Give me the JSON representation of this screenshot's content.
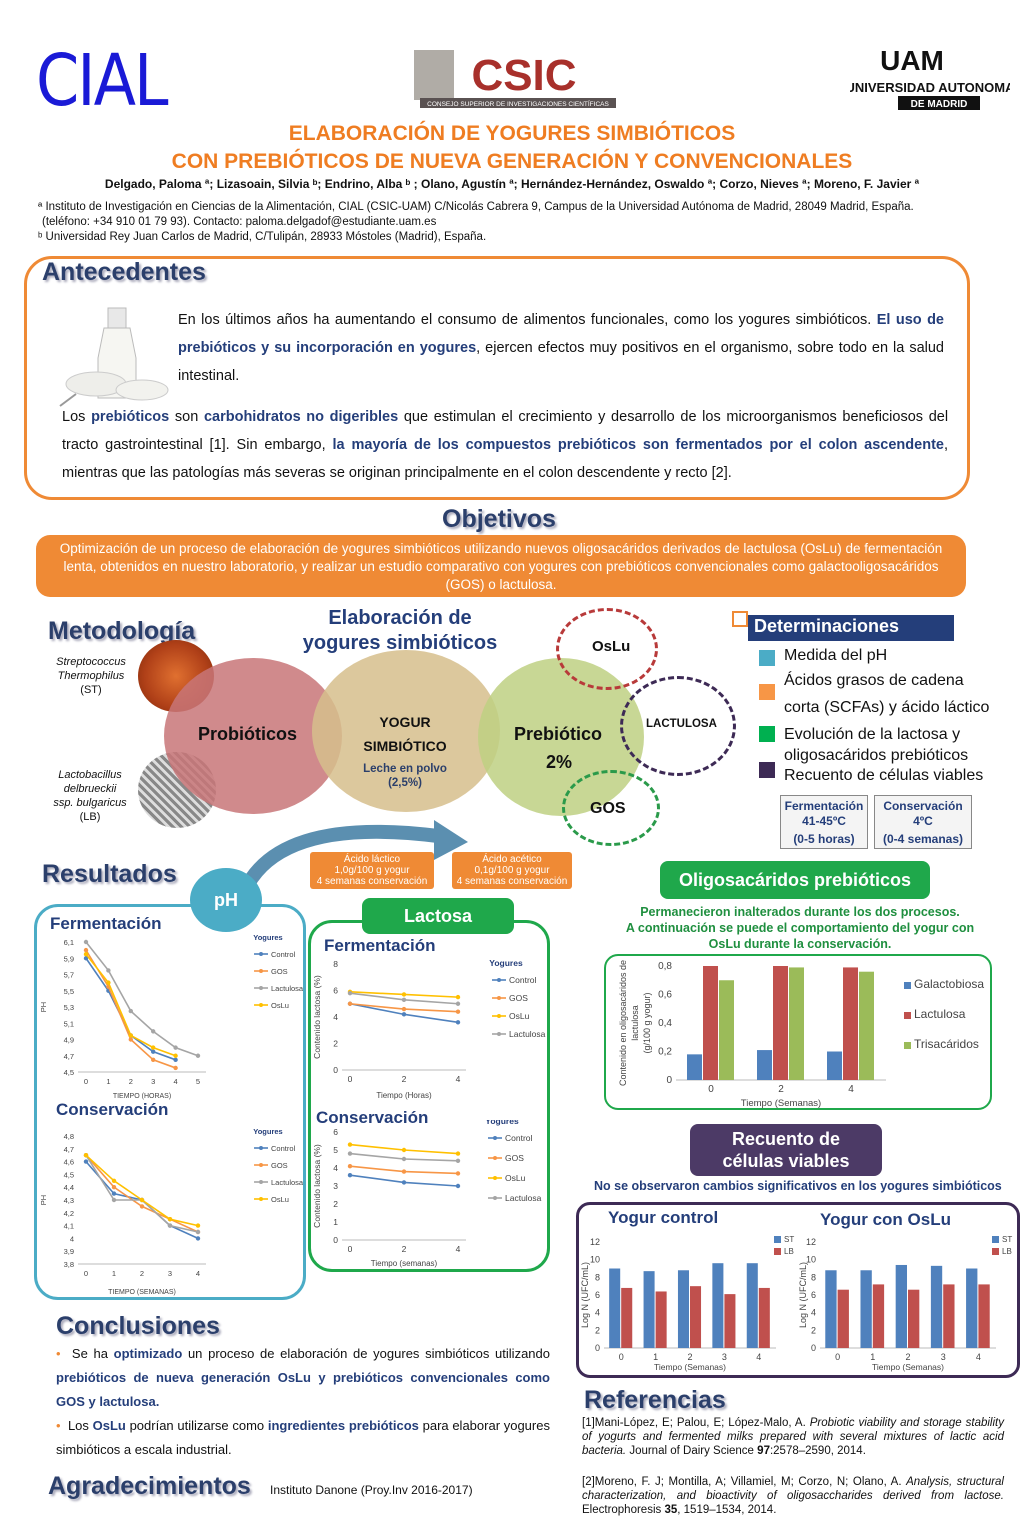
{
  "logos": {
    "cial": "CIAL",
    "csic_text": "CSIC",
    "csic_sub": "CONSEJO SUPERIOR DE INVESTIGACIONES CIENTÍFICAS",
    "uam_line1": "UAM",
    "uam_line2": "UNIVERSIDAD AUTONOMA",
    "uam_line3": "DE MADRID"
  },
  "title": {
    "line1": "ELABORACIÓN DE YOGURES SIMBIÓTICOS",
    "line2": "CON PREBIÓTICOS DE NUEVA GENERACIÓN Y CONVENCIONALES"
  },
  "authors": "Delgado, Paloma ª; Lizasoain, Silvia ᵇ; Endrino, Alba ᵇ ; Olano, Agustín ª; Hernández-Hernández, Oswaldo ª; Corzo, Nieves ª; Moreno, F. Javier ª",
  "affiliations": {
    "a": "ª Instituto de Investigación en Ciencias de la Alimentación, CIAL (CSIC-UAM) C/Nicolás Cabrera 9, Campus de la Universidad Autónoma de Madrid, 28049 Madrid, España.",
    "a2": "(teléfono: +34 910 01 79 93). Contacto: paloma.delgadof@estudiante.uam.es",
    "b": "ᵇ Universidad Rey Juan Carlos de Madrid, C/Tulipán, 28933 Móstoles (Madrid), España."
  },
  "antecedentes": {
    "heading": "Antecedentes",
    "p1_a": "En los últimos años ha aumentando el consumo de alimentos funcionales, como los yogures simbióticos.",
    "p1_b": "El uso de prebióticos y su incorporación en yogures",
    "p1_c": ", ejercen efectos muy positivos en el organismo, sobre todo en la salud intestinal.",
    "p2_a": "Los",
    "p2_b": "prebióticos",
    "p2_c": "son",
    "p2_d": "carbohidratos no digeribles",
    "p2_e": "que estimulan el crecimiento y desarrollo de los microorganismos beneficiosos del tracto gastrointestinal [1]. Sin embargo,",
    "p2_f": "la mayoría de los compuestos prebióticos son fermentados por el colon ascendente",
    "p2_g": ", mientras que las patologías más severas se originan principalmente en el colon descendente y recto [2]."
  },
  "objetivos": {
    "heading": "Objetivos",
    "text": "Optimización de un proceso de elaboración de yogures simbióticos utilizando nuevos oligosacáridos derivados de lactulosa (OsLu) de fermentación lenta, obtenidos en nuestro laboratorio, y realizar un estudio comparativo con yogures con prebióticos convencionales como galactooligosacáridos (GOS) o lactulosa."
  },
  "metodologia": {
    "heading": "Metodología",
    "elab_title_1": "Elaboración de",
    "elab_title_2": "yogures simbióticos",
    "st_label_1": "Streptococcus",
    "st_label_2": "Thermophilus",
    "st_label_3": "(ST)",
    "lb_label_1": "Lactobacillus",
    "lb_label_2": "delbrueckii",
    "lb_label_3": "ssp. bulgaricus",
    "lb_label_4": "(LB)",
    "probioticos": "Probióticos",
    "yogur_1": "YOGUR",
    "yogur_2": "SIMBIÓTICO",
    "leche_1": "Leche en polvo",
    "leche_2": "(2,5%)",
    "prebiotico": "Prebiótico",
    "pct": "2%",
    "oslu": "OsLu",
    "lactulosa": "LACTULOSA",
    "gos": "GOS"
  },
  "determinaciones": {
    "heading": "Determinaciones",
    "items": [
      "Medida del pH",
      "Ácidos grasos de cadena",
      "corta (SCFAs) y ácido láctico",
      "Evolución de la lactosa y",
      "oligosacáridos prebióticos",
      "Recuento de células viables"
    ],
    "colors": [
      "#4bacc6",
      "#f79646",
      "#00b050",
      "#3d2a55"
    ],
    "ferm_1": "Fermentación",
    "ferm_2": "41-45ºC",
    "ferm_3": "(0-5 horas)",
    "cons_1": "Conservación",
    "cons_2": "4ºC",
    "cons_3": "(0-4 semanas)"
  },
  "resultados": {
    "heading": "Resultados",
    "ph_badge": "pH",
    "acido_lactico_1": "Ácido láctico",
    "acido_lactico_2": "1,0g/100 g yogur",
    "acido_lactico_3": "4 semanas conservación",
    "acido_acetico_1": "Ácido acético",
    "acido_acetico_2": "0,1g/100 g yogur",
    "acido_acetico_3": "4 semanas conservación",
    "fermentacion": "Fermentación",
    "conservacion": "Conservación",
    "lactosa": "Lactosa",
    "oligo_heading": "Oligosacáridos prebióticos",
    "oligo_note_1": "Permanecieron inalterados durante los dos procesos.",
    "oligo_note_2": "A continuación se puede el comportamiento del yogur con",
    "oligo_note_3": "OsLu durante la conservación.",
    "recuento_1": "Recuento de",
    "recuento_2": "células viables",
    "recuento_note": "No se observaron cambios  significativos en los yogures simbióticos",
    "yogur_control": "Yogur control",
    "yogur_oslu": "Yogur con OsLu"
  },
  "chart_data": [
    {
      "type": "line",
      "id": "ph_ferm",
      "xlabel": "TIEMPO (HORAS)",
      "ylabel": "PH",
      "legend_title": "Yogures",
      "ylim": [
        4.5,
        6.1
      ],
      "yticks": [
        "6,1",
        "5,9",
        "5,7",
        "5,5",
        "5,3",
        "5,1",
        "4,9",
        "4,7",
        "4,5"
      ],
      "xticks": [
        "0",
        "1",
        "2",
        "3",
        "4",
        "5"
      ],
      "series": [
        {
          "name": "Control",
          "color": "#4f81bd",
          "x": [
            0,
            1,
            2,
            3,
            4
          ],
          "y": [
            5.9,
            5.5,
            4.95,
            4.75,
            4.65
          ]
        },
        {
          "name": "GOS",
          "color": "#f79646",
          "x": [
            0,
            1,
            2,
            3,
            4
          ],
          "y": [
            6.0,
            5.55,
            4.9,
            4.65,
            4.55
          ]
        },
        {
          "name": "Lactulosa",
          "color": "#a5a5a5",
          "x": [
            0,
            1,
            2,
            3,
            4,
            5
          ],
          "y": [
            6.1,
            5.75,
            5.25,
            5.0,
            4.8,
            4.7
          ]
        },
        {
          "name": "OsLu",
          "color": "#ffc000",
          "x": [
            0,
            1,
            2,
            3,
            4
          ],
          "y": [
            5.95,
            5.6,
            4.95,
            4.8,
            4.7
          ]
        }
      ]
    },
    {
      "type": "line",
      "id": "ph_cons",
      "xlabel": "TIEMPO (SEMANAS)",
      "ylabel": "PH",
      "legend_title": "Yogures",
      "ylim": [
        3.8,
        4.8
      ],
      "yticks": [
        "4,8",
        "4,7",
        "4,6",
        "4,5",
        "4,4",
        "4,3",
        "4,2",
        "4,1",
        "4",
        "3,9",
        "3,8"
      ],
      "xticks": [
        "0",
        "1",
        "2",
        "3",
        "4"
      ],
      "series": [
        {
          "name": "Control",
          "color": "#4f81bd",
          "x": [
            0,
            1,
            2,
            3,
            4
          ],
          "y": [
            4.6,
            4.35,
            4.3,
            4.1,
            4.0
          ]
        },
        {
          "name": "GOS",
          "color": "#f79646",
          "x": [
            0,
            1,
            2,
            3,
            4
          ],
          "y": [
            4.65,
            4.4,
            4.25,
            4.15,
            4.05
          ]
        },
        {
          "name": "Lactulosa",
          "color": "#a5a5a5",
          "x": [
            0,
            1,
            2,
            3,
            4
          ],
          "y": [
            4.65,
            4.3,
            4.3,
            4.1,
            4.05
          ]
        },
        {
          "name": "OsLu",
          "color": "#ffc000",
          "x": [
            0,
            1,
            2,
            3,
            4
          ],
          "y": [
            4.65,
            4.45,
            4.3,
            4.15,
            4.1
          ]
        }
      ]
    },
    {
      "type": "line",
      "id": "lact_ferm",
      "xlabel": "Tiempo (Horas)",
      "ylabel": "Contenido lactosa (%)",
      "legend_title": "Yogures",
      "ylim": [
        0,
        8
      ],
      "yticks": [
        "8",
        "6",
        "4",
        "2",
        "0"
      ],
      "xticks": [
        "0",
        "2",
        "4"
      ],
      "series": [
        {
          "name": "Control",
          "color": "#4f81bd",
          "x": [
            0,
            2,
            4
          ],
          "y": [
            5.0,
            4.2,
            3.6
          ]
        },
        {
          "name": "GOS",
          "color": "#f79646",
          "x": [
            0,
            2,
            4
          ],
          "y": [
            5.0,
            4.6,
            4.4
          ]
        },
        {
          "name": "OsLu",
          "color": "#ffc000",
          "x": [
            0,
            2,
            4
          ],
          "y": [
            5.9,
            5.7,
            5.5
          ]
        },
        {
          "name": "Lactulosa",
          "color": "#a5a5a5",
          "x": [
            0,
            2,
            4
          ],
          "y": [
            5.8,
            5.3,
            5.0
          ]
        }
      ]
    },
    {
      "type": "line",
      "id": "lact_cons",
      "xlabel": "Tiempo (semanas)",
      "ylabel": "Contenido lactosa (%)",
      "legend_title": "Yogures",
      "ylim": [
        0,
        6
      ],
      "yticks": [
        "6",
        "5",
        "4",
        "3",
        "2",
        "1",
        "0"
      ],
      "xticks": [
        "0",
        "2",
        "4"
      ],
      "series": [
        {
          "name": "Control",
          "color": "#4f81bd",
          "x": [
            0,
            2,
            4
          ],
          "y": [
            3.6,
            3.2,
            3.0
          ]
        },
        {
          "name": "GOS",
          "color": "#f79646",
          "x": [
            0,
            2,
            4
          ],
          "y": [
            4.1,
            3.8,
            3.7
          ]
        },
        {
          "name": "OsLu",
          "color": "#ffc000",
          "x": [
            0,
            2,
            4
          ],
          "y": [
            5.3,
            5.0,
            4.8
          ]
        },
        {
          "name": "Lactulosa",
          "color": "#a5a5a5",
          "x": [
            0,
            2,
            4
          ],
          "y": [
            4.8,
            4.5,
            4.4
          ]
        }
      ]
    },
    {
      "type": "bar",
      "id": "oligo",
      "xlabel": "Tiempo (Semanas)",
      "ylabel": "Contenido en oligosacáridos de lactulosa (g/100 g yogur)",
      "ylim": [
        0,
        0.8
      ],
      "yticks": [
        "0,8",
        "0,6",
        "0,4",
        "0,2",
        "0"
      ],
      "categories": [
        "0",
        "2",
        "4"
      ],
      "series": [
        {
          "name": "Galactobiosa",
          "color": "#4f81bd",
          "values": [
            0.18,
            0.21,
            0.2
          ]
        },
        {
          "name": "Lactulosa",
          "color": "#c0504d",
          "values": [
            0.8,
            0.8,
            0.79
          ]
        },
        {
          "name": "Trisacáridos",
          "color": "#9bbb59",
          "values": [
            0.7,
            0.79,
            0.76
          ]
        }
      ]
    },
    {
      "type": "bar",
      "id": "rec_control",
      "xlabel": "Tiempo (Semanas)",
      "ylabel": "Log N (UFC/mL)",
      "ylim": [
        0,
        12
      ],
      "yticks": [
        "12",
        "10",
        "8",
        "6",
        "4",
        "2",
        "0"
      ],
      "categories": [
        "0",
        "1",
        "2",
        "3",
        "4"
      ],
      "series": [
        {
          "name": "ST",
          "color": "#4f81bd",
          "values": [
            9.0,
            8.7,
            8.8,
            9.6,
            9.6
          ]
        },
        {
          "name": "LB",
          "color": "#c0504d",
          "values": [
            6.8,
            6.4,
            7.0,
            6.1,
            6.8
          ]
        }
      ]
    },
    {
      "type": "bar",
      "id": "rec_oslu",
      "xlabel": "Tiempo (Semanas)",
      "ylabel": "Log N (UFC/mL)",
      "ylim": [
        0,
        12
      ],
      "yticks": [
        "12",
        "10",
        "8",
        "6",
        "4",
        "2",
        "0"
      ],
      "categories": [
        "0",
        "1",
        "2",
        "3",
        "4"
      ],
      "series": [
        {
          "name": "ST",
          "color": "#4f81bd",
          "values": [
            8.8,
            8.8,
            9.4,
            9.3,
            9.0
          ]
        },
        {
          "name": "LB",
          "color": "#c0504d",
          "values": [
            6.6,
            7.2,
            6.6,
            7.2,
            7.2
          ]
        }
      ]
    }
  ],
  "conclusiones": {
    "heading": "Conclusiones",
    "b1_a": "Se ha",
    "b1_b": "optimizado",
    "b1_c": "un proceso de elaboración de yogures simbióticos utilizando",
    "b1_d": "prebióticos de nueva generación OsLu y prebióticos convencionales como GOS y lactulosa.",
    "b2_a": "Los",
    "b2_b": "OsLu",
    "b2_c": "podrían utilizarse como",
    "b2_d": "ingredientes prebióticos",
    "b2_e": "para elaborar yogures simbióticos a escala industrial."
  },
  "agradecimientos": {
    "heading": "Agradecimientos",
    "text": "Instituto Danone (Proy.Inv 2016-2017)"
  },
  "referencias": {
    "heading": "Referencias",
    "r1_a": "[1]Mani-López, E; Palou, E; López-Malo, A.",
    "r1_b": "Probiotic viability and storage stability of yogurts and fermented milks prepared with several mixtures of lactic acid bacteria.",
    "r1_c": "Journal of Dairy Science",
    "r1_d": "97",
    "r1_e": ":2578–2590, 2014.",
    "r2_a": "[2]Moreno, F. J; Montilla, A; Villamiel, M; Corzo, N; Olano, A.",
    "r2_b": "Analysis, structural characterization, and bioactivity of oligosaccharides derived from lactose.",
    "r2_c": "Electrophoresis",
    "r2_d": "35",
    "r2_e": ", 1519–1534, 2014."
  }
}
